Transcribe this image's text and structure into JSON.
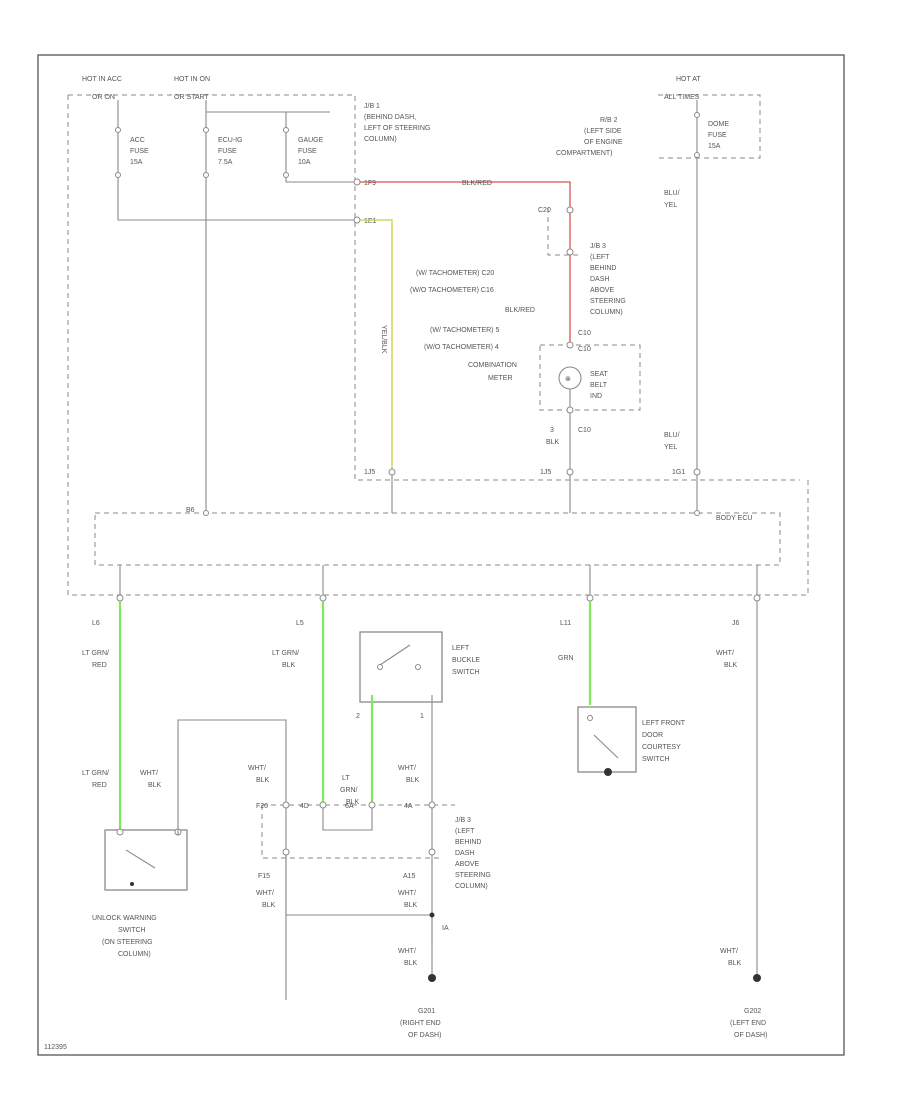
{
  "colors": {
    "red_wire": "#d9534f",
    "yellow_wire": "#c8cf3a",
    "green_wire": "#7ee860",
    "line": "#8a8a8a",
    "frame": "#555555"
  },
  "power": {
    "hot_acc": {
      "l1": "HOT IN ACC",
      "l2": "OR ON"
    },
    "hot_on": {
      "l1": "HOT IN ON",
      "l2": "OR START"
    },
    "hot_at_all": {
      "l1": "HOT AT",
      "l2": "ALL TIMES"
    }
  },
  "fuses": {
    "acc": [
      "ACC",
      "FUSE",
      "15A"
    ],
    "ecu_ig": [
      "ECU-IG",
      "FUSE",
      "7.5A"
    ],
    "gauge": [
      "GAUGE",
      "FUSE",
      "10A"
    ],
    "dome": [
      "DOME",
      "FUSE",
      "15A"
    ]
  },
  "jb1": [
    "J/B 1",
    "(BEHIND DASH,",
    "LEFT OF STEERING",
    "COLUMN)"
  ],
  "rb2": [
    "R/B 2",
    "(LEFT SIDE",
    "OF ENGINE",
    "COMPARTMENT)"
  ],
  "jb3_top": [
    "J/B 3",
    "(LEFT",
    "BEHIND",
    "DASH",
    "ABOVE",
    "STEERING",
    "COLUMN)"
  ],
  "jb3_bottom": [
    "J/B 3",
    "(LEFT",
    "BEHIND",
    "DASH",
    "ABOVE",
    "STEERING",
    "COLUMN)"
  ],
  "connectors": {
    "c1": "1F9",
    "c2": "1E1",
    "c3": "C20",
    "c4": "4",
    "c5": "C10",
    "c6": "C10",
    "c7": "1J5",
    "c8": "1J5",
    "c9": "1G1",
    "c10": "B6",
    "c11": "L6",
    "c12": "L5",
    "c13": "L11",
    "c14": "J6",
    "c15": "F20",
    "c16": "4D",
    "c17": "6A",
    "c18": "4A",
    "c19": "F15",
    "c20": "A15",
    "c21": "IA",
    "c22": "1",
    "sw2": "2",
    "sw1": "1"
  },
  "meter": {
    "tach1": "(W/ TACHOMETER) C20",
    "tach2": "(W/O TACHOMETER) C16",
    "wire": "BLK/RED",
    "tach3": "(W/ TACHOMETER) 5",
    "tach4": "(W/O TACHOMETER) 4",
    "combo1": "COMBINATION",
    "combo2": "METER",
    "seatbelt": [
      "SEAT",
      "BELT",
      "IND"
    ],
    "pin": "3",
    "wire2": "BLK"
  },
  "wires": {
    "blk_red": "BLK/RED",
    "yel_blk": "YEL/BLK",
    "blu_yel_top": [
      "BLU/",
      "YEL"
    ],
    "blu_yel_bot": [
      "BLU/",
      "YEL"
    ],
    "lt_grn_red_1": [
      "LT GRN/",
      "RED"
    ],
    "lt_grn_red_2": [
      "LT GRN/",
      "RED"
    ],
    "lt_grn_blk_1": [
      "LT GRN/",
      "BLK"
    ],
    "lt_grn_blk_2": [
      "LT",
      "GRN/",
      "BLK"
    ],
    "wht_blk_a": [
      "WHT/",
      "BLK"
    ],
    "wht_blk_b": [
      "WHT/",
      "BLK"
    ],
    "wht_blk_c": [
      "WHT/",
      "BLK"
    ],
    "wht_blk_d": [
      "WHT/",
      "BLK"
    ],
    "wht_blk_e": [
      "WHT/",
      "BLK"
    ],
    "wht_blk_f": [
      "WHT/",
      "BLK"
    ],
    "wht_blk_g": [
      "WHT/",
      "BLK"
    ],
    "wht_blk_h": [
      "WHT/",
      "BLK"
    ],
    "grn": "GRN"
  },
  "body_ecu": "BODY ECU",
  "switches": {
    "buckle": [
      "LEFT",
      "BUCKLE",
      "SWITCH"
    ],
    "courtesy": [
      "LEFT FRONT",
      "DOOR",
      "COURTESY",
      "SWITCH"
    ],
    "unlock": [
      "UNLOCK WARNING",
      "SWITCH",
      "(ON STEERING",
      "COLUMN)"
    ]
  },
  "grounds": {
    "g1": [
      "G201",
      "(RIGHT END",
      "OF DASH)"
    ],
    "g2": [
      "G202",
      "(LEFT END",
      "OF DASH)"
    ]
  },
  "footer": "112395"
}
